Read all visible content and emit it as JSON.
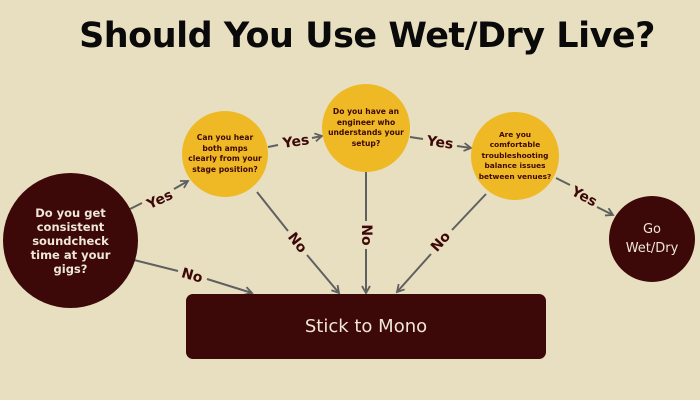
{
  "title": "Should You Use Wet/Dry Live?",
  "colors": {
    "background": "#e8dfc0",
    "dark_node": "#3d0808",
    "yellow_node": "#eeb924",
    "arrow": "#5f6060",
    "light_text": "#eee6d8"
  },
  "nodes": {
    "start": {
      "label": "Do you get consistent soundcheck time at your gigs?"
    },
    "q_amps": {
      "label": "Can you hear both amps clearly from your stage position?"
    },
    "q_engineer": {
      "label": "Do you have an engineer who understands your setup?"
    },
    "q_troubleshoot": {
      "label": "Are you comfortable troubleshooting balance issues between venues?"
    },
    "result_wetdry": {
      "label": "Go Wet/Dry"
    },
    "result_mono": {
      "label": "Stick to Mono"
    }
  },
  "edges": [
    {
      "from": "start",
      "to": "q_amps",
      "label": "Yes"
    },
    {
      "from": "q_amps",
      "to": "q_engineer",
      "label": "Yes"
    },
    {
      "from": "q_engineer",
      "to": "q_troubleshoot",
      "label": "Yes"
    },
    {
      "from": "q_troubleshoot",
      "to": "result_wetdry",
      "label": "Yes"
    },
    {
      "from": "start",
      "to": "result_mono",
      "label": "No"
    },
    {
      "from": "q_amps",
      "to": "result_mono",
      "label": "No"
    },
    {
      "from": "q_engineer",
      "to": "result_mono",
      "label": "No"
    },
    {
      "from": "q_troubleshoot",
      "to": "result_mono",
      "label": "No"
    }
  ]
}
